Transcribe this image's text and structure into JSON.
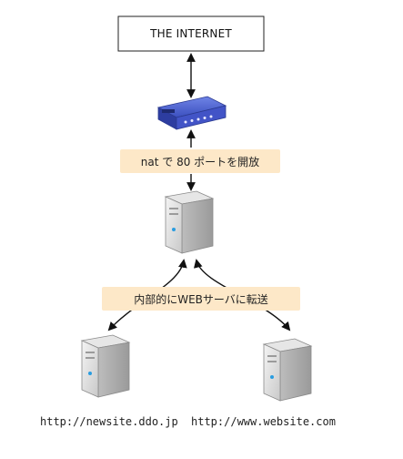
{
  "internet": {
    "label": "THE INTERNET"
  },
  "router": {
    "icon": "router-icon"
  },
  "labels": {
    "nat": "nat で 80 ポートを開放",
    "forward": "内部的にWEBサーバに転送"
  },
  "servers": [
    {
      "icon": "server-icon",
      "caption": ""
    },
    {
      "icon": "server-icon",
      "caption": "http://newsite.ddo.jp"
    },
    {
      "icon": "server-icon",
      "caption": "http://www.website.com"
    }
  ],
  "colors": {
    "label_bg": "#fde8c8",
    "router_blue": "#3b4fbf",
    "server_gray": "#dcdcdc"
  }
}
